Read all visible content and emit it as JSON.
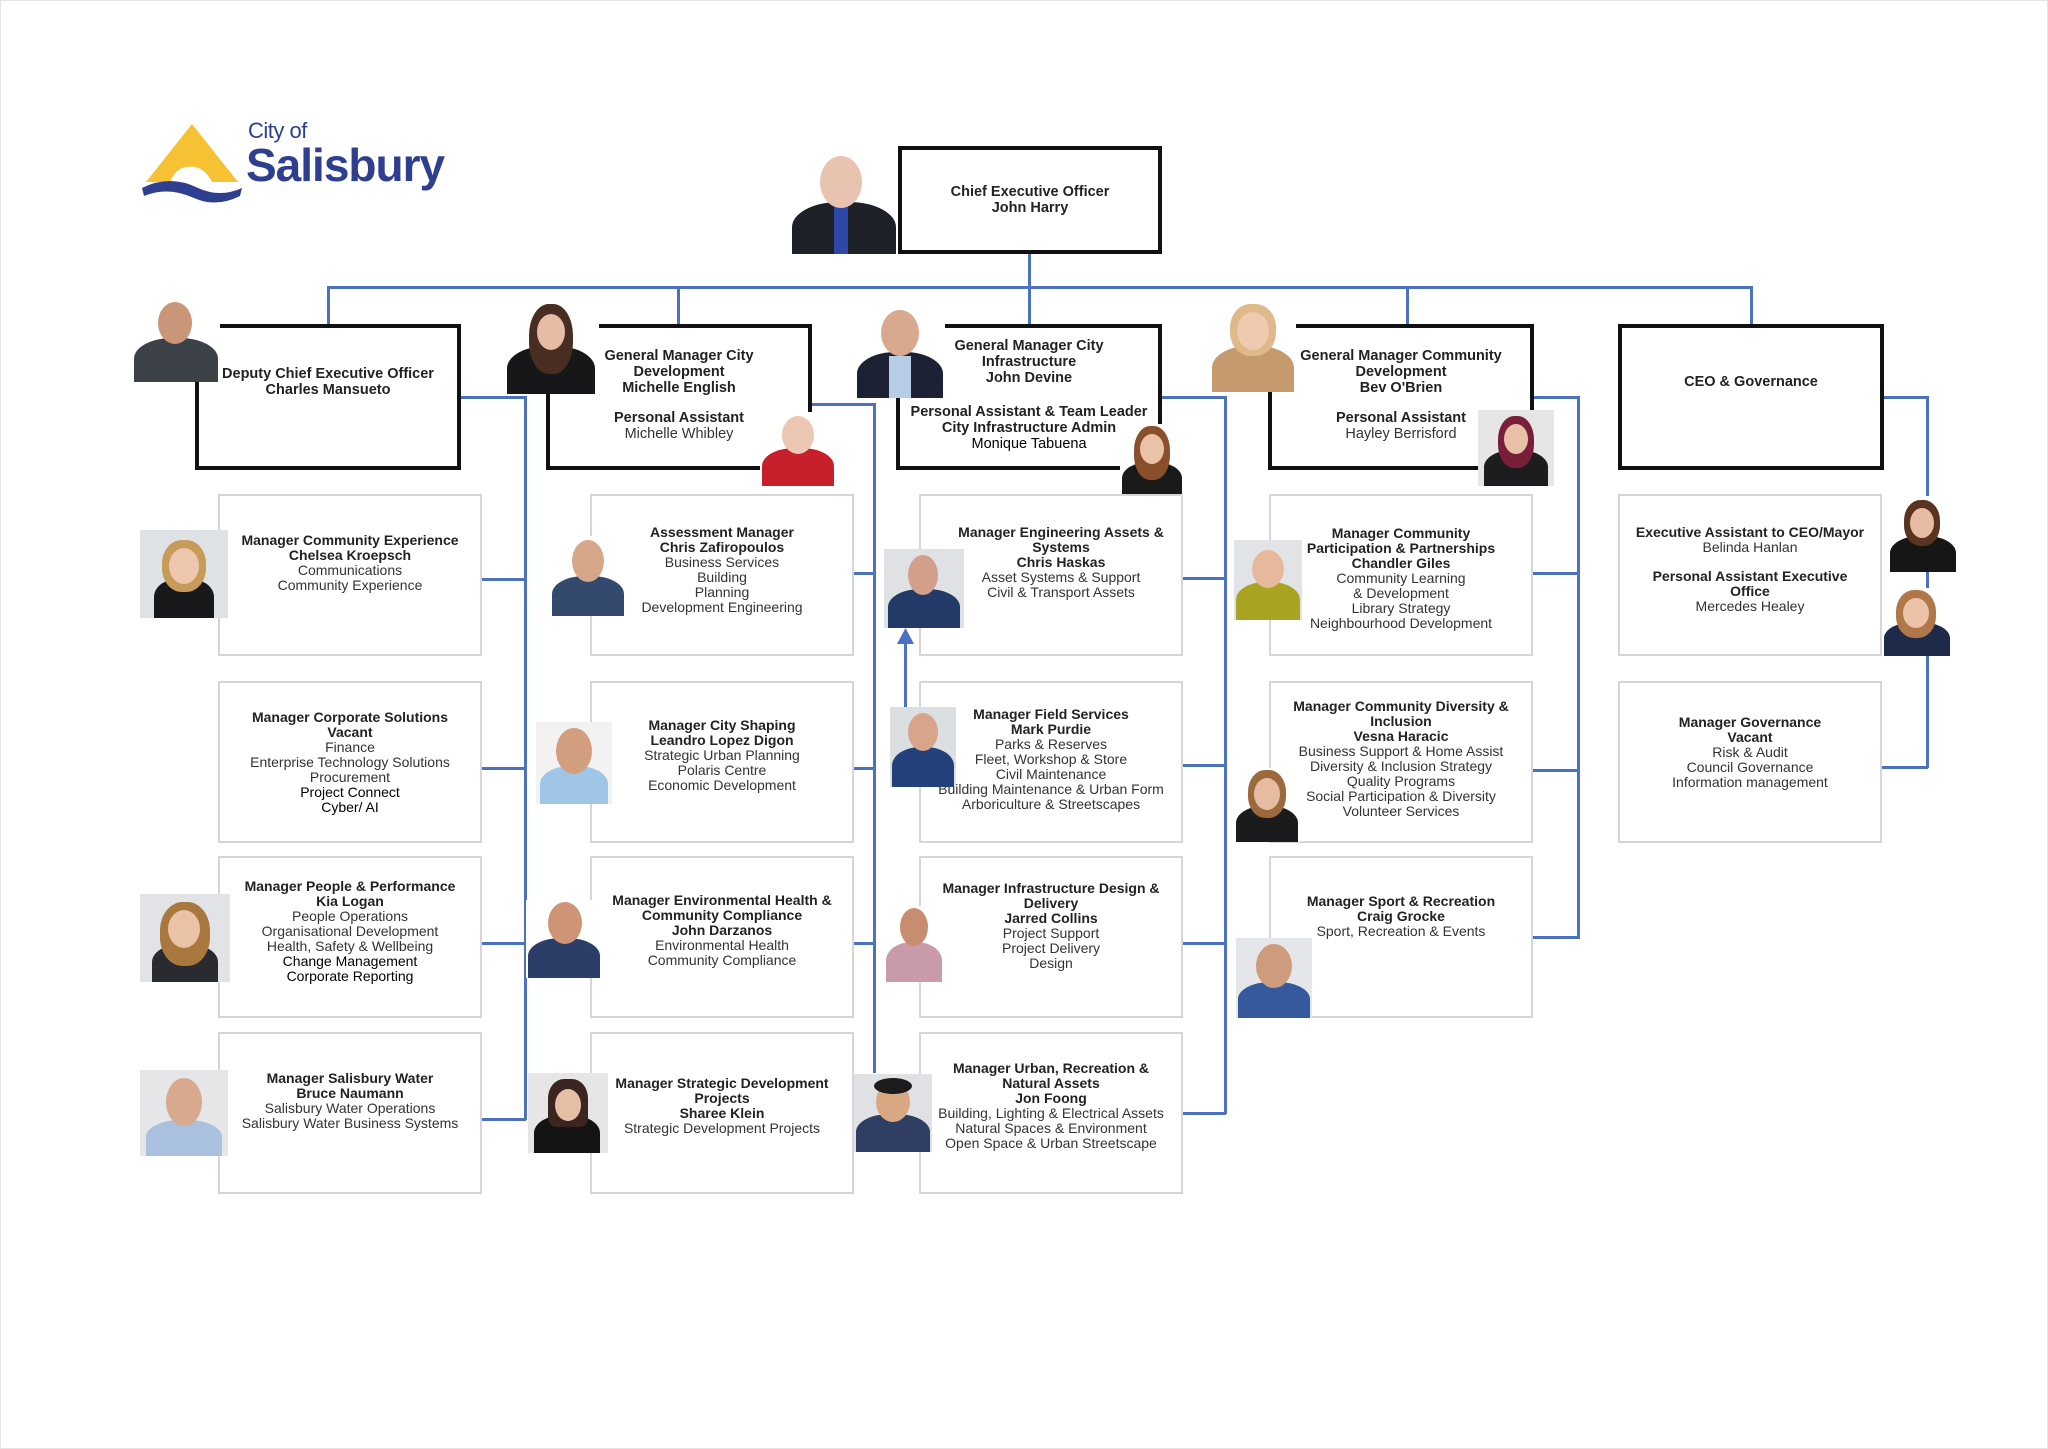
{
  "logo": {
    "line1": "City of",
    "line2": "Salisbury",
    "colors": {
      "triangle": "#f6c233",
      "wave": "#2e3f8f",
      "text": "#2e3f8f"
    }
  },
  "colors": {
    "connector": "#4a72c0",
    "exec_border": "#111111",
    "manager_border": "#d6d6d6"
  },
  "ceo": {
    "title": "Chief Executive Officer",
    "name": "John Harry"
  },
  "executives": [
    {
      "id": "deputy-ceo",
      "title": "Deputy Chief Executive Officer",
      "name": "Charles Mansueto"
    },
    {
      "id": "gm-city-development",
      "title_lines": [
        "General Manager City",
        "Development"
      ],
      "name": "Michelle English",
      "assistant": {
        "title": "Personal Assistant",
        "name": "Michelle Whibley"
      }
    },
    {
      "id": "gm-city-infrastructure",
      "title_lines": [
        "General Manager City",
        "Infrastructure"
      ],
      "name": "John Devine",
      "assistant": {
        "title_lines": [
          "Personal Assistant & Team Leader",
          "City Infrastructure Admin"
        ],
        "name": "Monique Tabuena"
      }
    },
    {
      "id": "gm-community-development",
      "title_lines": [
        "General Manager Community",
        "Development"
      ],
      "name": "Bev O'Brien",
      "assistant": {
        "title": "Personal Assistant",
        "name": "Hayley Berrisford"
      }
    },
    {
      "id": "ceo-governance",
      "title": "CEO & Governance"
    }
  ],
  "managers": {
    "deputy": [
      {
        "title": "Manager Community Experience",
        "name": "Chelsea Kroepsch",
        "areas": [
          "Communications",
          "Community Experience"
        ]
      },
      {
        "title": "Manager Corporate Solutions",
        "name": "Vacant",
        "areas": [
          "Finance",
          "Enterprise Technology Solutions",
          "Procurement"
        ],
        "areas_dark": [
          "Project Connect",
          "Cyber/ AI"
        ]
      },
      {
        "title": "Manager People & Performance",
        "name": "Kia Logan",
        "areas": [
          "People Operations",
          "Organisational Development",
          "Health, Safety & Wellbeing"
        ],
        "areas_dark": [
          "Change Management",
          "Corporate Reporting"
        ]
      },
      {
        "title": "Manager Salisbury Water",
        "name": "Bruce Naumann",
        "areas": [
          "Salisbury Water Operations",
          "Salisbury Water Business Systems"
        ]
      }
    ],
    "city_development": [
      {
        "title": "Assessment Manager",
        "name": "Chris Zafiropoulos",
        "areas": [
          "Business Services",
          "Building",
          "Planning",
          "Development Engineering"
        ]
      },
      {
        "title": "Manager City Shaping",
        "name": "Leandro Lopez Digon",
        "areas": [
          "Strategic Urban Planning",
          "Polaris Centre",
          "Economic Development"
        ]
      },
      {
        "title_lines": [
          "Manager Environmental Health &",
          "Community Compliance"
        ],
        "name": "John Darzanos",
        "areas": [
          "Environmental Health",
          "Community Compliance"
        ]
      },
      {
        "title_lines": [
          "Manager Strategic Development",
          "Projects"
        ],
        "name": "Sharee Klein",
        "areas": [
          "Strategic Development Projects"
        ]
      }
    ],
    "city_infrastructure": [
      {
        "title_lines": [
          "Manager Engineering Assets &",
          "Systems"
        ],
        "name": "Chris Haskas",
        "areas": [
          "Asset Systems & Support",
          "Civil & Transport Assets"
        ]
      },
      {
        "title": "Manager Field Services",
        "name": "Mark Purdie",
        "areas": [
          "Parks & Reserves",
          "Fleet, Workshop & Store",
          "Civil Maintenance",
          "Building Maintenance & Urban Form",
          "Arboriculture & Streetscapes"
        ]
      },
      {
        "title_lines": [
          "Manager Infrastructure Design &",
          "Delivery"
        ],
        "name": "Jarred Collins",
        "areas": [
          "Project Support",
          "Project Delivery",
          "Design"
        ]
      },
      {
        "title_lines": [
          "Manager Urban, Recreation &",
          "Natural Assets"
        ],
        "name": "Jon Foong",
        "areas": [
          "Building, Lighting & Electrical Assets",
          "Natural Spaces & Environment",
          "Open Space & Urban Streetscape"
        ]
      }
    ],
    "community_development": [
      {
        "title_lines": [
          "Manager Community",
          "Participation & Partnerships"
        ],
        "name": "Chandler Giles",
        "areas": [
          "Community Learning",
          "& Development",
          "Library Strategy",
          "Neighbourhood Development"
        ]
      },
      {
        "title_lines": [
          "Manager Community Diversity &",
          "Inclusion"
        ],
        "name": "Vesna Haracic",
        "areas": [
          "Business Support & Home Assist",
          "Diversity & Inclusion Strategy",
          "Quality Programs",
          "Social Participation & Diversity",
          "Volunteer Services"
        ]
      },
      {
        "title": "Manager Sport & Recreation",
        "name": "Craig Grocke",
        "areas": [
          "Sport, Recreation & Events"
        ]
      }
    ],
    "governance": [
      {
        "assistants": [
          {
            "title": "Executive Assistant to CEO/Mayor",
            "name": "Belinda Hanlan"
          },
          {
            "title_lines": [
              "Personal Assistant Executive",
              "Office"
            ],
            "name": "Mercedes Healey"
          }
        ]
      },
      {
        "title": "Manager Governance",
        "name": "Vacant",
        "areas": [
          "Risk & Audit",
          "Council Governance",
          "Information management"
        ]
      }
    ]
  }
}
